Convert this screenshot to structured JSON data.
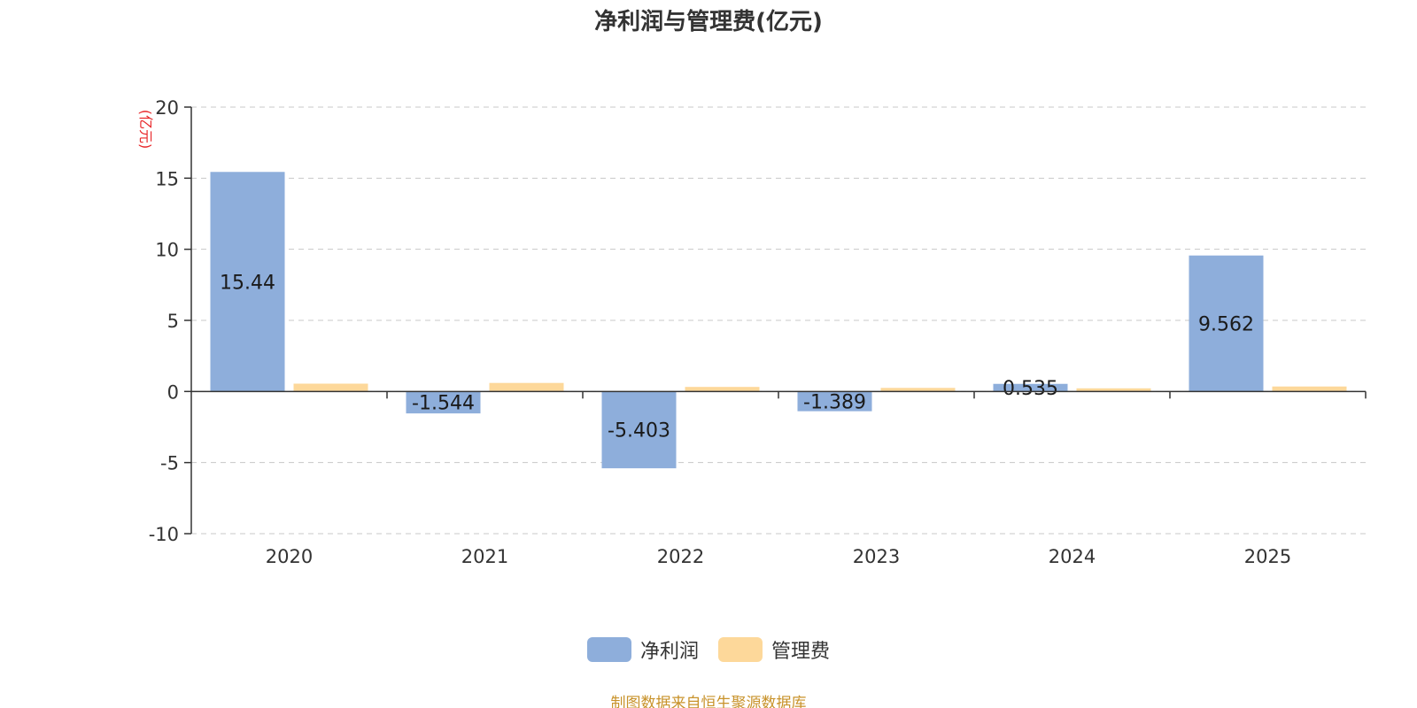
{
  "chart_data": {
    "type": "bar",
    "title": "净利润与管理费(亿元)",
    "ylabel": "(亿元)",
    "xlabel": "",
    "categories": [
      "2020",
      "2021",
      "2022",
      "2023",
      "2024",
      "2025"
    ],
    "ylim": [
      -10,
      20
    ],
    "yticks": [
      20,
      15,
      10,
      5,
      0,
      -5,
      -10
    ],
    "grid": true,
    "legend_position": "bottom-center",
    "series": [
      {
        "name": "净利润",
        "color": "#8eaedb",
        "values": [
          15.44,
          -1.544,
          -5.403,
          -1.389,
          0.535,
          9.562
        ],
        "labels": [
          "15.44",
          "-1.544",
          "-5.403",
          "-1.389",
          "0.535",
          "9.562"
        ]
      },
      {
        "name": "管理费",
        "color": "#fdd89a",
        "values": [
          0.55,
          0.6,
          0.32,
          0.25,
          0.22,
          0.35
        ]
      }
    ]
  },
  "footer": {
    "source": "制图数据来自恒生聚源数据库"
  }
}
